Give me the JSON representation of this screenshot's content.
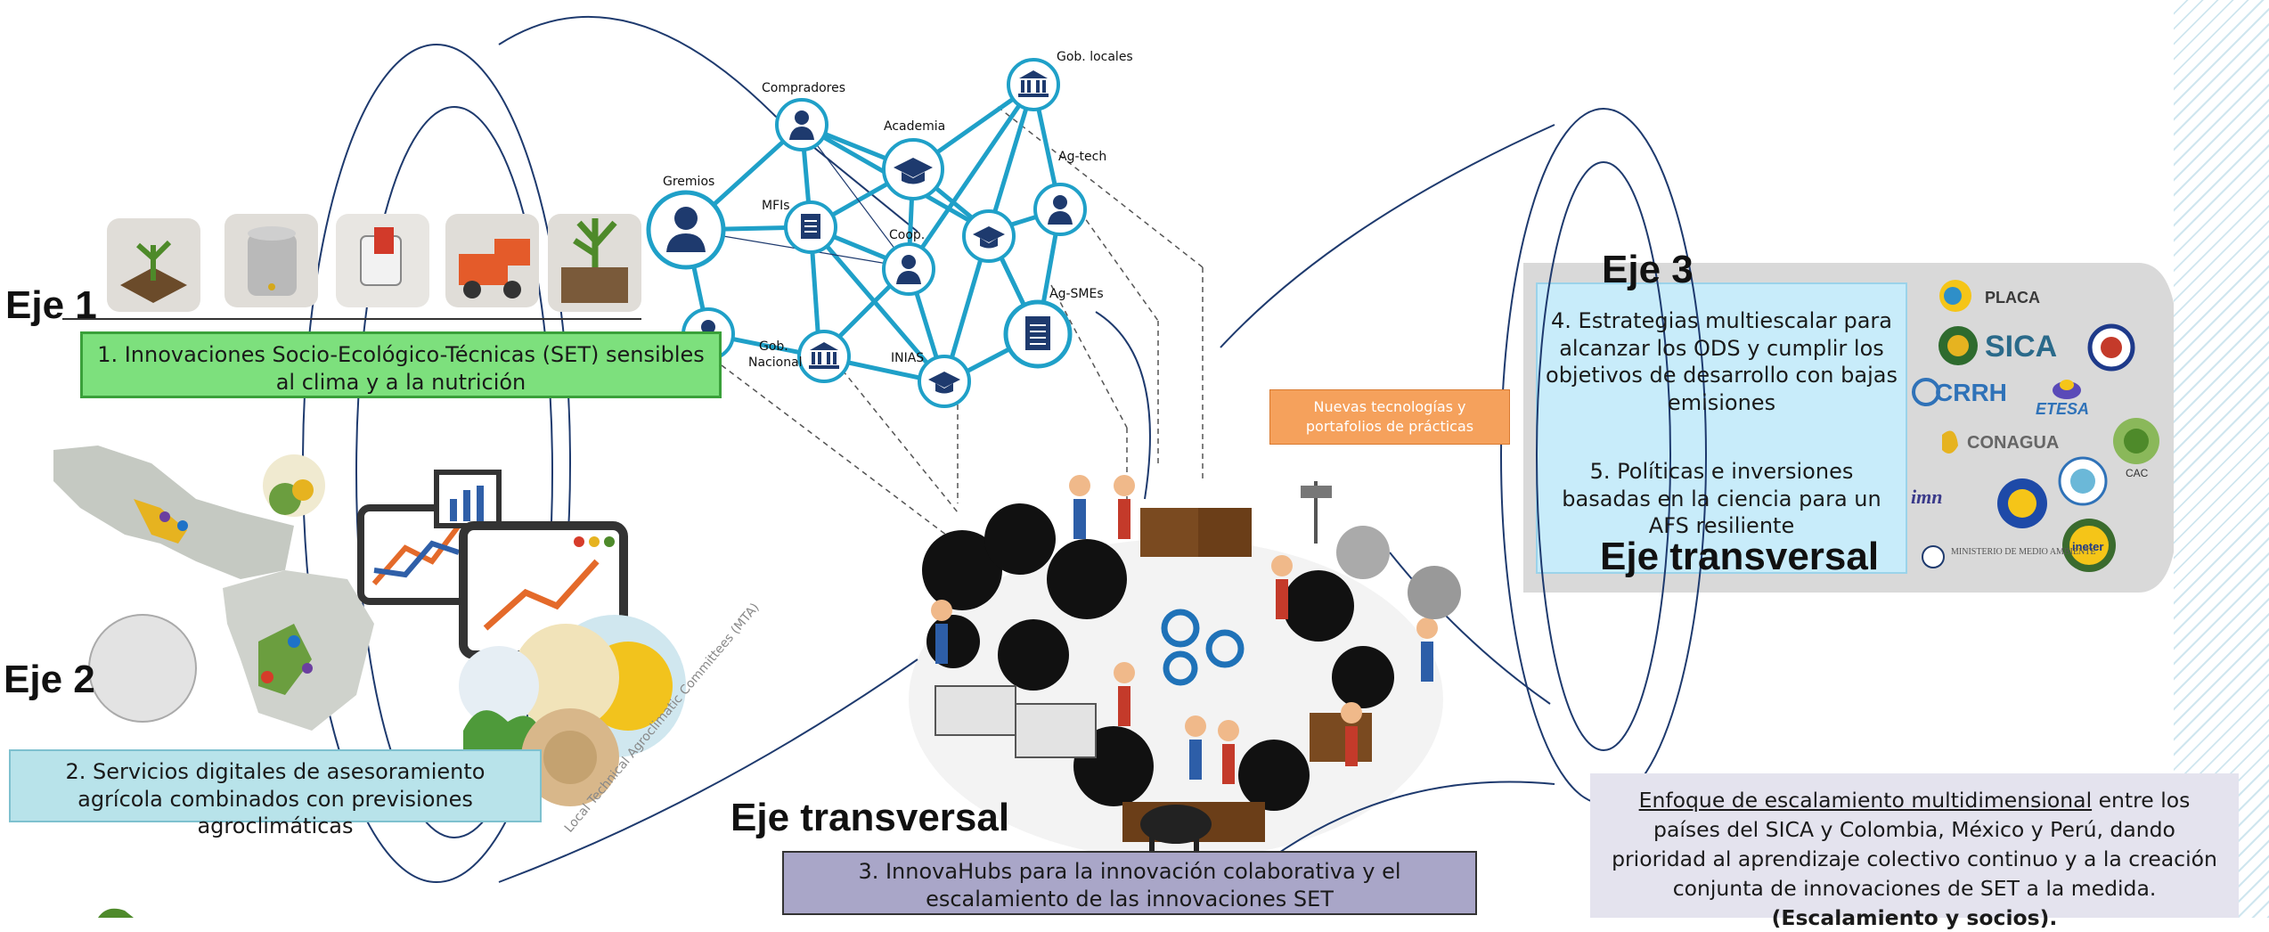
{
  "labels": {
    "eje1": "Eje 1",
    "eje2": "Eje 2",
    "eje3": "Eje 3",
    "eje_transversal_center": "Eje transversal",
    "eje_transversal_right": "Eje transversal"
  },
  "boxes": {
    "box1": "1. Innovaciones Socio-Ecológico-Técnicas (SET) sensibles al clima y a la nutrición",
    "box2": "2. Servicios digitales de asesoramiento agrícola combinados con previsiones agroclimáticas",
    "box3": "3. InnovaHubs para la innovación colaborativa y el escalamiento de las innovaciones SET",
    "box_right_1": "4. Estrategias multiescalar para alcanzar los ODS y cumplir los objetivos de desarrollo con bajas emisiones",
    "box_right_2": "5. Políticas e inversiones basadas en la ciencia para un AFS resiliente",
    "orange": "Nuevas tecnologías y portafolios de prácticas",
    "bottom_right_underlined": "Enfoque de escalamiento multidimensional",
    "bottom_right_text": " entre los países del SICA y Colombia, México y Perú, dando prioridad al aprendizaje colectivo continuo y a la creación conjunta de innovaciones de SET a la medida. ",
    "bottom_right_bold": "(Escalamiento y socios)."
  },
  "network": {
    "gremios": "Gremios",
    "compradores": "Compradores",
    "academia": "Academia",
    "gob_locales": "Gob.  locales",
    "ag_tech": "Ag-tech",
    "mfis": "MFIs",
    "coop": "Coop.",
    "ag_smes": "Ag-SMEs",
    "gob_nacional_1": "Gob.",
    "gob_nacional_2": "Nacional",
    "inias": "INIAS"
  },
  "map_watermark": "Local Technical Agroclimatic Committees (MTA)",
  "logos": {
    "placa": "PLACA",
    "sica": "SICA",
    "crrh": "CRRH",
    "etesa": "ETESA",
    "conagua": "CONAGUA",
    "cac": "CAC",
    "imn": "imn",
    "ineter": "ineter",
    "ministerio": "MINISTERIO DE MEDIO AMBIENTE"
  },
  "colors": {
    "network_line": "#1fa0c8",
    "node_icon": "#1e3a6e",
    "green_box": "#7de07d",
    "blue_box": "#b8e3ea",
    "purple_box": "#a9a6c8",
    "orange_box": "#f5a15c",
    "right_panel": "#d9d9d9",
    "right_inner": "#c8ecfa",
    "funnel_line": "#1e3a6e"
  }
}
